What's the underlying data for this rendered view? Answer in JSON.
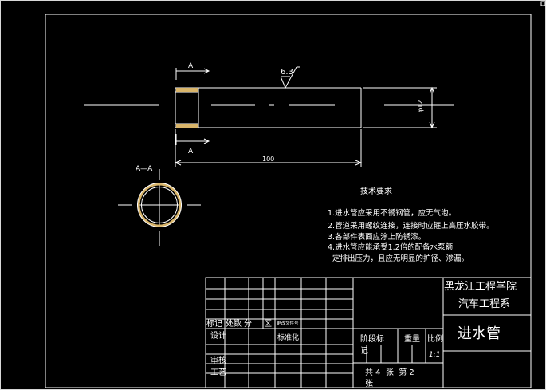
{
  "section_label": "A—A",
  "cut_label_top": "A",
  "cut_label_bottom": "A",
  "roughness": "6.3",
  "dim_length": "100",
  "dim_diameter": "φ12",
  "tech_req": {
    "title": "技术要求",
    "items": [
      "1.进水管应采用不锈钢管，应无气泡。",
      "2.管道采用螺纹连接，连接时应箍上高压水胶带。",
      "3.各部件表面应涂上防锈漆。",
      "4.进水管应能承受1.2倍的配备水泵额",
      "  定排出压力，且应无明显的扩径、渗漏。"
    ]
  },
  "title_block": {
    "school": "黑龙江工程学院",
    "dept": "汽车工程系",
    "part_name": "进水管",
    "mark": "标记",
    "count": "处数",
    "zone": "分",
    "zone2": "区",
    "change_doc": "更改文件号",
    "design": "设计",
    "standardize": "标准化",
    "stage_mark": "阶段标",
    "stage_mark2": "记",
    "weight": "重量",
    "scale_label": "比例",
    "scale": "1:1",
    "review": "审核",
    "process": "工艺",
    "sheets": "共 4  张  第 2",
    "sheet_unit": "张"
  }
}
